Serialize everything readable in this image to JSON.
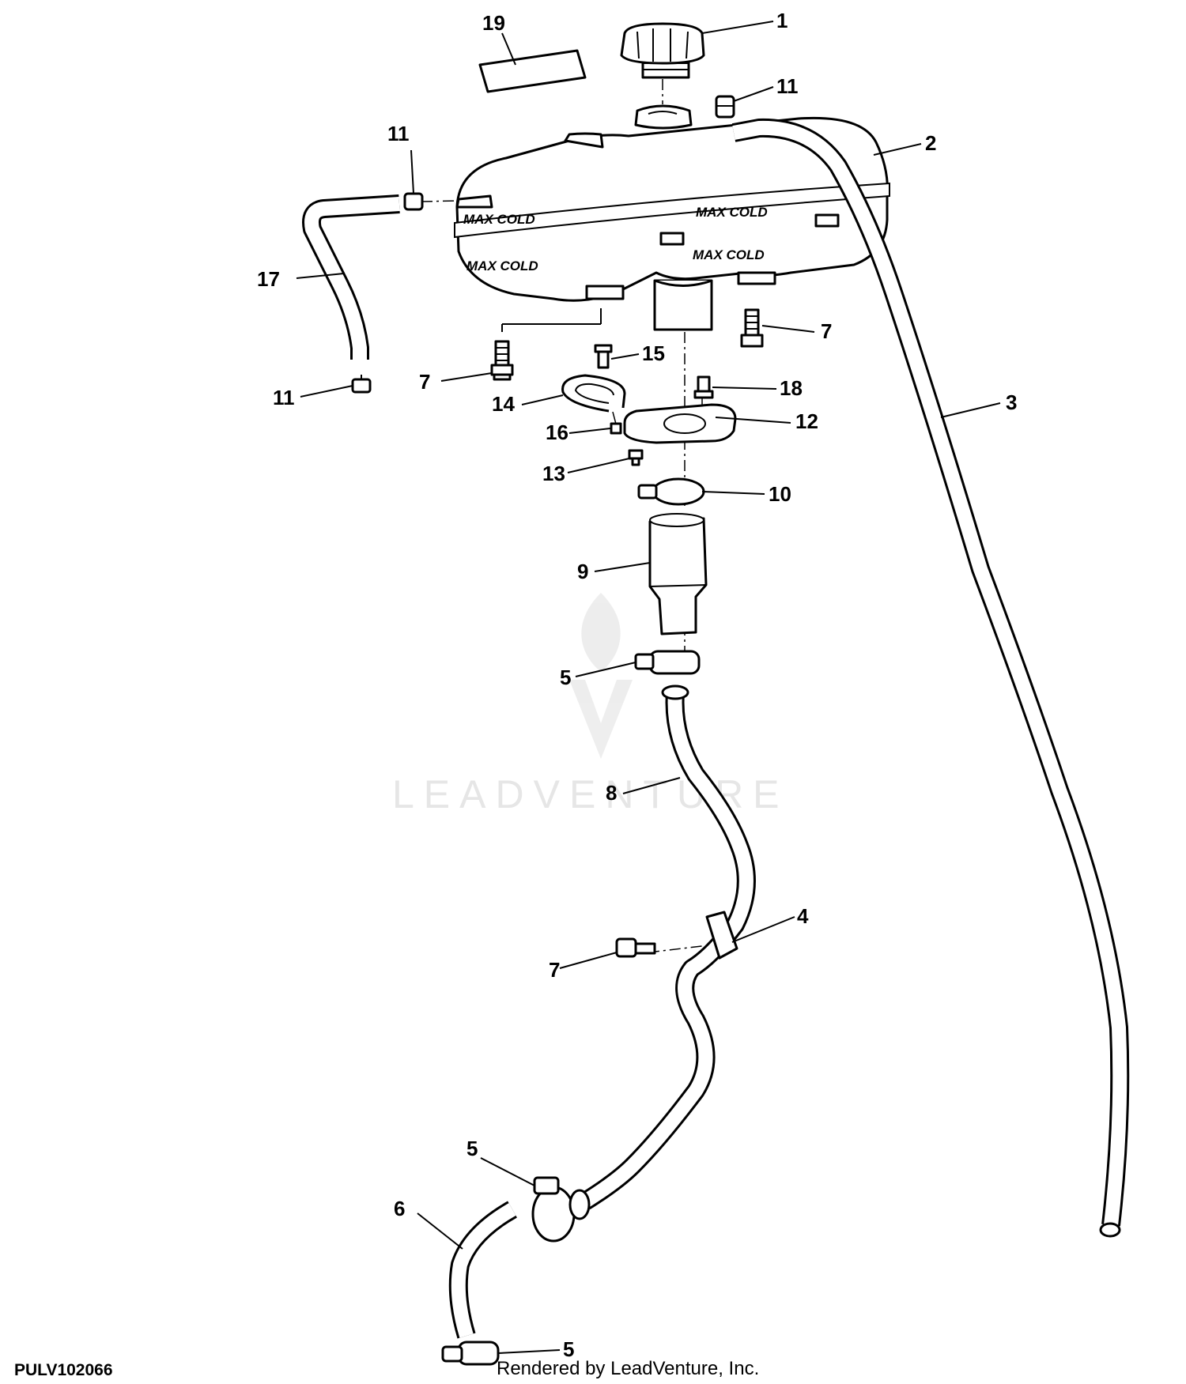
{
  "diagram": {
    "drawing_id": "PULV102066",
    "credit": "Rendered by LeadVenture, Inc.",
    "watermark": "LEADVENTURE",
    "tank_labels": [
      "MAX COLD",
      "MAX COLD",
      "MAX COLD",
      "MAX COLD"
    ],
    "callouts": [
      "1",
      "11",
      "19",
      "2",
      "11",
      "17",
      "11",
      "7",
      "7",
      "15",
      "14",
      "18",
      "16",
      "12",
      "3",
      "13",
      "10",
      "9",
      "5",
      "8",
      "4",
      "7",
      "5",
      "6",
      "5"
    ]
  }
}
